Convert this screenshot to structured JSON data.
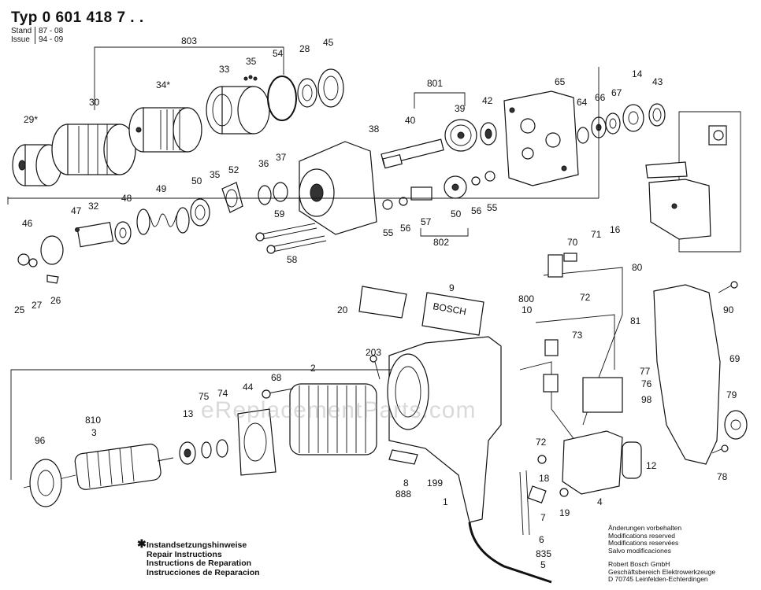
{
  "header": {
    "type_line": "Typ  0 601 418 7 . .",
    "stand_label": "Stand",
    "stand_value": "87 - 08",
    "issue_label": "Issue",
    "issue_value": "94 - 09"
  },
  "callouts": {
    "c803": "803",
    "c33": "33",
    "c35a": "35",
    "c54": "54",
    "c28": "28",
    "c45": "45",
    "c34": "34*",
    "c30": "30",
    "c29": "29*",
    "c801": "801",
    "c40": "40",
    "c39": "39",
    "c42": "42",
    "c65": "65",
    "c64": "64",
    "c66": "66",
    "c67": "67",
    "c14": "14",
    "c43": "43",
    "c38": "38",
    "c36": "36",
    "c37": "37",
    "c35b": "35",
    "c52": "52",
    "c50a": "50",
    "c49": "49",
    "c48": "48",
    "c32": "32",
    "c47": "47",
    "c46": "46",
    "c25": "25",
    "c27": "27",
    "c26": "26",
    "c59": "59",
    "c58": "58",
    "c55a": "55",
    "c56a": "56",
    "c57": "57",
    "c50b": "50",
    "c802": "802",
    "c56b": "56",
    "c55b": "55",
    "c70": "70",
    "c71": "71",
    "c16": "16",
    "c80": "80",
    "c9": "9",
    "c800": "800",
    "c10": "10",
    "c72a": "72",
    "c81": "81",
    "c73": "73",
    "c20": "20",
    "c90": "90",
    "c203": "203",
    "c69": "69",
    "c68": "68",
    "c2": "2",
    "c44": "44",
    "c74": "74",
    "c75": "75",
    "c13": "13",
    "c810": "810",
    "c3": "3",
    "c96": "96",
    "c77": "77",
    "c76": "76",
    "c98": "98",
    "c79": "79",
    "c72b": "72",
    "c12": "12",
    "c78": "78",
    "c18": "18",
    "c8": "8",
    "c888": "888",
    "c199": "199",
    "c1": "1",
    "c4": "4",
    "c7": "7",
    "c19": "19",
    "c6": "6",
    "c835": "835",
    "c5": "5"
  },
  "plate_text": "BOSCH",
  "watermark": "eReplacementParts.com",
  "repair": {
    "de": "Instandsetzungshinweise",
    "en": "Repair Instructions",
    "fr": "Instructions de Reparation",
    "es": "Instrucciones de Reparacion"
  },
  "modifications": {
    "de": "Änderungen vorbehalten",
    "en": "Modifications reserved",
    "fr": "Modifications reservées",
    "es": "Salvo modificaciones"
  },
  "company": {
    "name": "Robert Bosch GmbH",
    "division": "Geschäftsbereich Elektrowerkzeuge",
    "address": "D 70745 Leinfelden-Echterdingen"
  }
}
